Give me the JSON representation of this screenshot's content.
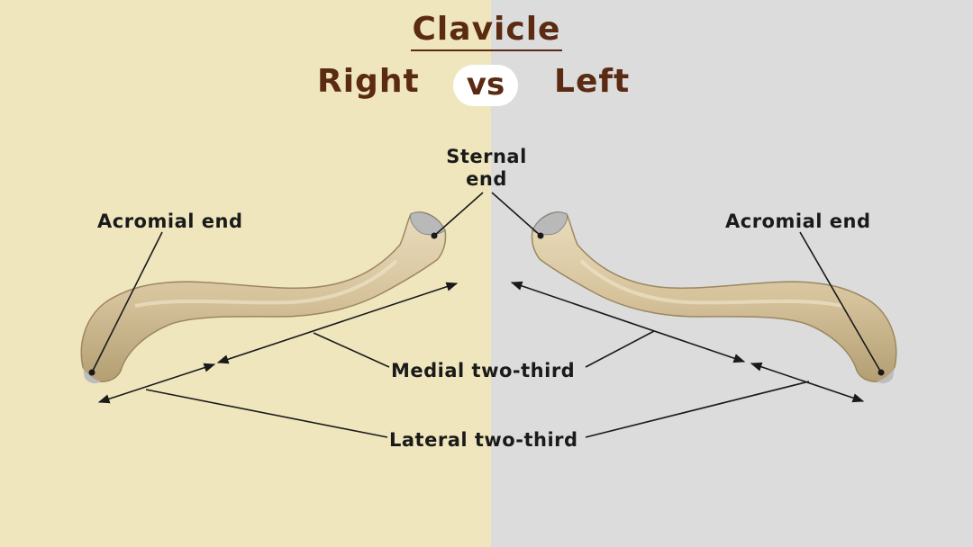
{
  "title": "Clavicle",
  "subtitle": {
    "right": "Right",
    "vs": "vs",
    "left": "Left"
  },
  "labels": {
    "sternal_end_line1": "Sternal",
    "sternal_end_line2": "end",
    "acromial_end_left": "Acromial end",
    "acromial_end_right": "Acromial end",
    "medial": "Medial two-third",
    "lateral": "Lateral two-third"
  },
  "colors": {
    "left_background": "#efe6bd",
    "right_background": "#dcdcdc",
    "title_color": "#5a2a12",
    "bone": "#d8c6a0",
    "bone_shadow": "#a8926a",
    "label_text": "#1a1a1a"
  }
}
